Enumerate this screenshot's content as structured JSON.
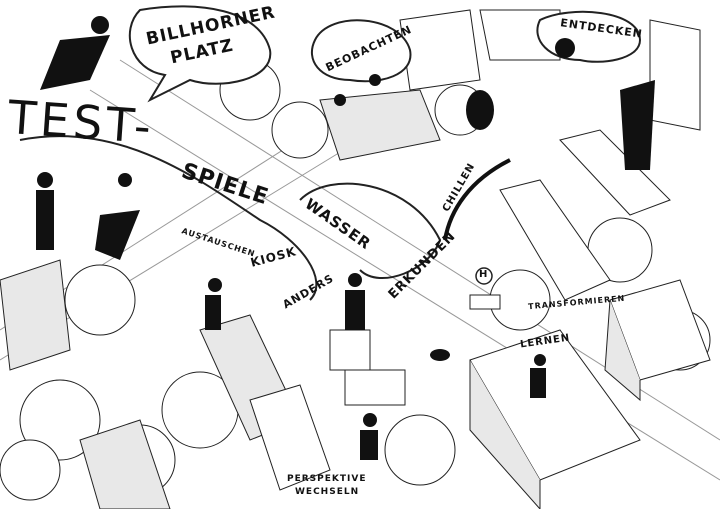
{
  "labels": {
    "billhorner": "BILLHORNER",
    "platz": "PLATZ",
    "test": "TEST-",
    "spiele": "SPIELE",
    "beobachten": "BEOBACHTEN",
    "entdecken": "ENTDECKEN",
    "chillen": "CHILLEN",
    "wasser": "WASSER",
    "austauschen": "AUSTAUSCHEN",
    "kiosk": "KIOSK",
    "anders": "ANDERS",
    "erkunden": "ERKUNDEN",
    "transformieren": "TRANSFORMIEREN",
    "lernen": "LERNEN",
    "perspektive": "PERSPEKTIVE",
    "wechseln": "WECHSELN",
    "bus_stop": "H"
  },
  "colors": {
    "ink": "#111111",
    "paper": "#ffffff",
    "shade": "#d8d8d8"
  }
}
